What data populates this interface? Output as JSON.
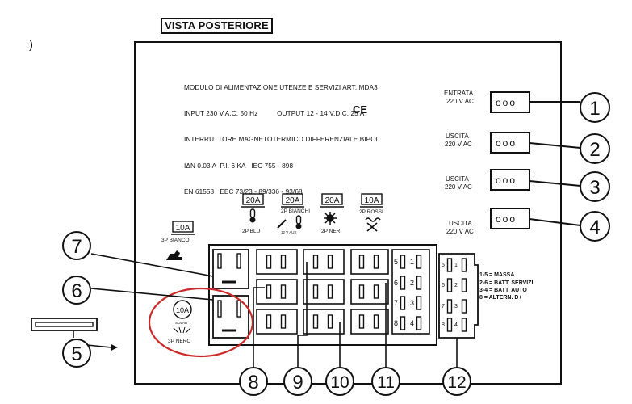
{
  "title": "VISTA POSTERIORE",
  "stray_mark": ")",
  "spec_lines": [
    "MODULO DI ALIMENTAZIONE UTENZE E SERVIZI ART. MDA3",
    "INPUT 230 V.A.C. 50 Hz          OUTPUT 12 - 14 V.D.C. 25 A",
    "INTERRUTTORE MAGNETOTERMICO DIFFERENZIALE BIPOL.",
    "IΔN 0.03 A  P.I. 6 KA   IEC 755 - 898",
    "EN 61558   EEC 73/23 - 89/336 - 93/68"
  ],
  "ce_mark": "CE",
  "sockets": [
    {
      "label": "ENTRATA",
      "voltage": "220 V AC",
      "number": "1"
    },
    {
      "label": "USCITA",
      "voltage": "220 V AC",
      "number": "2"
    },
    {
      "label": "USCITA",
      "voltage": "220 V AC",
      "number": "3"
    },
    {
      "label": "USCITA",
      "voltage": "220 V AC",
      "number": "4"
    }
  ],
  "socket_pins": "ooo",
  "fuses": [
    {
      "rating": "10A",
      "caption": "3P BIANCO"
    },
    {
      "rating": "20A",
      "caption": "2P BLU"
    },
    {
      "rating": "20A",
      "caption": "2P BIANCHI",
      "sub": "12 V AUX"
    },
    {
      "rating": "20A",
      "caption": "2P NERI"
    },
    {
      "rating": "10A",
      "caption": "2P ROSSI"
    }
  ],
  "solar_fuse": {
    "rating": "10A",
    "sub": "SOLAR",
    "caption": "3P NERO"
  },
  "terminal_numbers": [
    "5",
    "1",
    "6",
    "2",
    "7",
    "3",
    "8",
    "4"
  ],
  "legend": [
    "1-5  =  MASSA",
    "2-6  =  BATT. SERVIZI",
    "3-4  =  BATT. AUTO",
    "8     =  ALTERN. D+"
  ],
  "callouts": [
    "5",
    "6",
    "7",
    "8",
    "9",
    "10",
    "11",
    "12"
  ]
}
